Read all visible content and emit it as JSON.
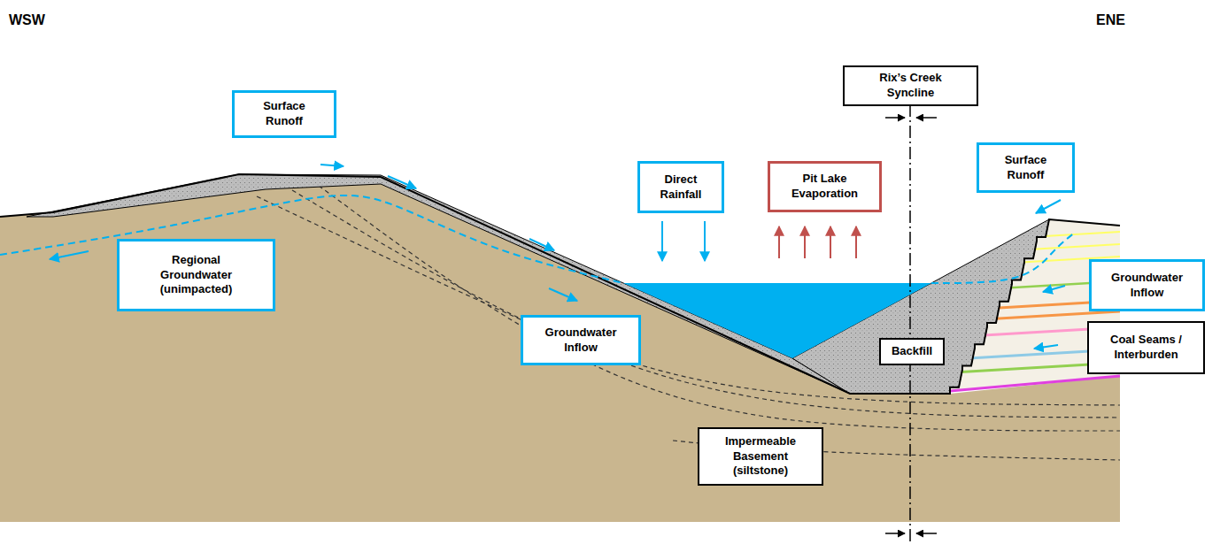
{
  "diagram": {
    "nodes": [
      {
        "text": [
          "Rix’s Creek Syncline"
        ]
      },
      {
        "text": [
          "Surface Runoff"
        ]
      },
      {
        "text": [
          "Surface Runoff"
        ]
      },
      {
        "text": [
          "Direct Rainfall"
        ]
      },
      {
        "text": [
          "Pit Lake Evaporation"
        ]
      },
      {
        "text": [
          "Regional Groundwater (unimpacted)"
        ]
      },
      {
        "text": [
          "Groundwater Inflow"
        ]
      },
      {
        "text": [
          "Groundwater Inflow"
        ]
      },
      {
        "text": [
          "Coal Seams / Interburden"
        ]
      },
      {
        "text": [
          "Backfill"
        ]
      },
      {
        "text": [
          "Impermeable Basement (siltstone)"
        ]
      }
    ],
    "labels": [
      "WSW",
      "ENE"
    ]
  }
}
